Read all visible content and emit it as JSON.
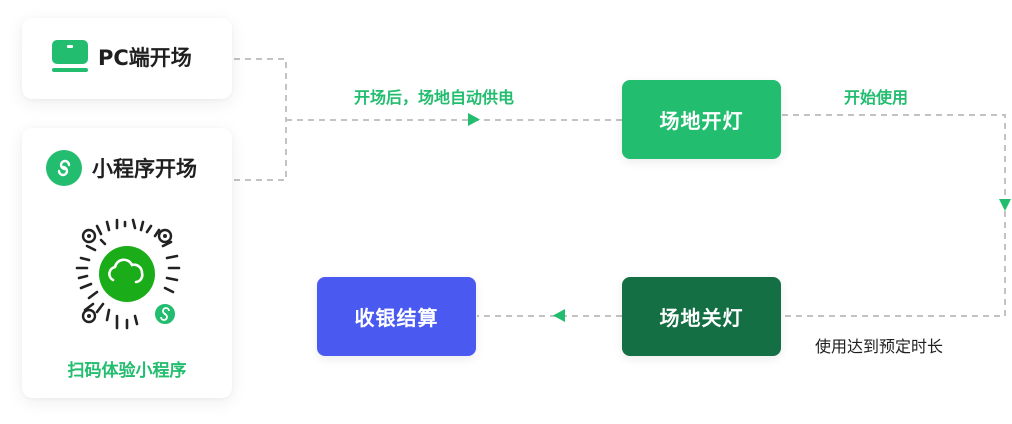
{
  "colors": {
    "accent_green": "#23bd6f",
    "dark_green": "#146f44",
    "blue": "#4a5af0",
    "connector": "#c3c3c3",
    "text_dark": "#1f1f1f"
  },
  "entries": {
    "pc": {
      "label": "PC端开场",
      "icon": "laptop-icon"
    },
    "miniprogram": {
      "label": "小程序开场",
      "icon": "miniprogram-icon",
      "qr_caption": "扫码体验小程序",
      "qr_icon": "qr-code"
    }
  },
  "nodes": {
    "lights_on": "场地开灯",
    "lights_off": "场地关灯",
    "checkout": "收银结算"
  },
  "edges": {
    "auto_power": "开场后，场地自动供电",
    "start_use": "开始使用",
    "time_reached": "使用达到预定时长"
  }
}
